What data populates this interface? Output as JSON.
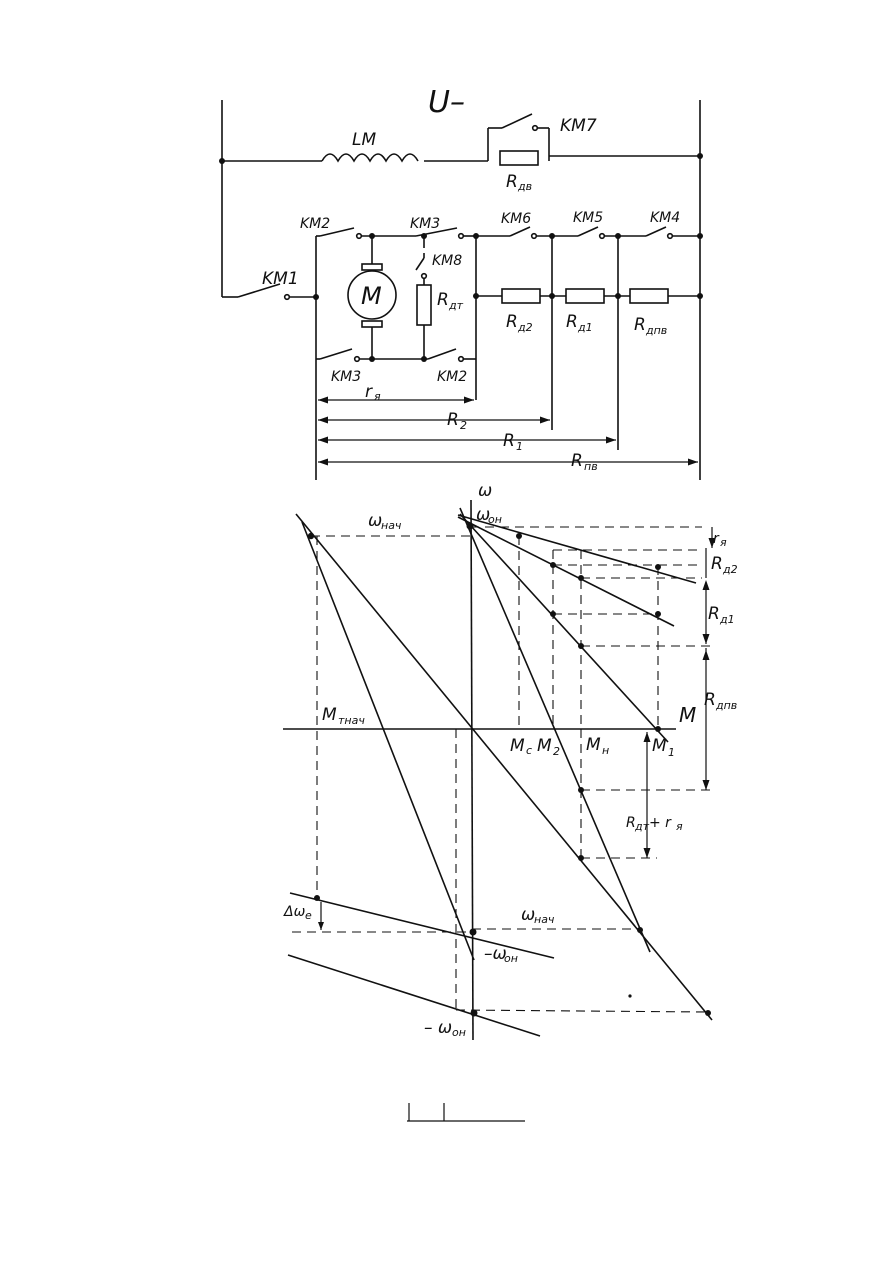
{
  "circuit": {
    "supply": "U–",
    "field_winding": "LM",
    "field_resistor": "R",
    "field_resistor_sub": "дв",
    "contactors": {
      "km1": "KM1",
      "km2_top": "KM2",
      "km3_top": "KM3",
      "km8": "KM8",
      "km6": "KM6",
      "km5": "KM5",
      "km4": "KM4",
      "km7": "KM7",
      "km3_bottom": "KM3",
      "km2_bottom": "KM2"
    },
    "motor": "M",
    "braking_resistor": "R",
    "braking_resistor_sub": "дт",
    "resistor_d2": "R",
    "resistor_d2_sub": "д2",
    "resistor_d1": "R",
    "resistor_d1_sub": "д1",
    "resistor_dpv": "R",
    "resistor_dpv_sub": "дпв",
    "dim_armature": "r",
    "dim_armature_sub": "я",
    "dim_r2": "R",
    "dim_r2_sub": "2",
    "dim_r1": "R",
    "dim_r1_sub": "1",
    "dim_rpv": "R",
    "dim_rpv_sub": "пв"
  },
  "characteristics": {
    "omega_axis": "ω",
    "torque_axis": "M",
    "omega_0n": "ω",
    "omega_0n_sub": "он",
    "omega_start_top": "ω",
    "omega_start_top_sub": "нач",
    "m_t_start": "M",
    "m_t_start_sub": "тнач",
    "m_c": "M",
    "m_c_sub": "c",
    "m_2": "M",
    "m_2_sub": "2",
    "m_n": "M",
    "m_n_sub": "н",
    "m_1": "M",
    "m_1_sub": "1",
    "r_ya": "r",
    "r_ya_sub": "я",
    "r_d2": "R",
    "r_d2_sub": "д2",
    "r_d1": "R",
    "r_d1_sub": "д1",
    "r_dpv": "R",
    "r_dpv_sub": "дпв",
    "r_dt_ra": "R",
    "r_dt_ra_sub": "дт",
    "r_dt_ra_plus": " + r",
    "r_dt_ra_plus_sub": "я",
    "delta_omega": "Δω",
    "delta_omega_sub": "e",
    "omega_start_bottom": "ω",
    "omega_start_bottom_sub": "нач",
    "neg_omega_0n": "–ω",
    "neg_omega_0n_sub": "он",
    "neg_omega_0n_bottom": "– ω",
    "neg_omega_0n_bottom_sub": "он"
  }
}
